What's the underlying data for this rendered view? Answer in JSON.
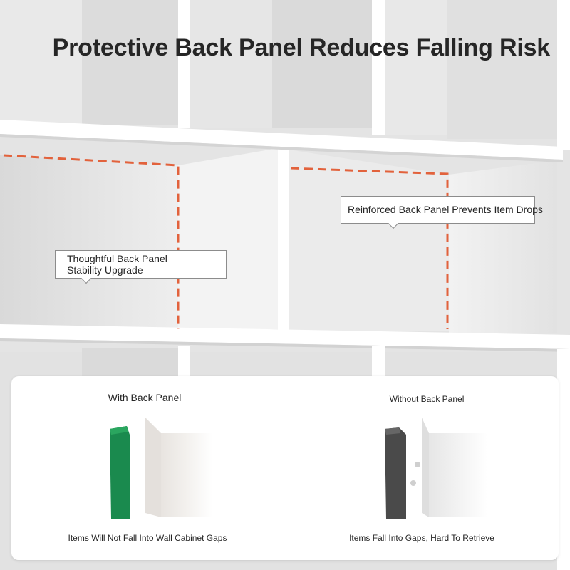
{
  "heading": "Protective Back Panel Reduces Falling Risk",
  "callouts": {
    "left": {
      "line1": "Thoughtful Back Panel",
      "line2": "Stability Upgrade"
    },
    "right": "Reinforced Back Panel Prevents Item Drops"
  },
  "comparison": {
    "with": {
      "title": "With Back Panel",
      "caption": "Items Will Not Fall Into Wall Cabinet Gaps",
      "panel_color": "#1a8a4e"
    },
    "without": {
      "title": "Without Back Panel",
      "caption": "Items Fall Into Gaps, Hard To Retrieve",
      "panel_color": "#4a4a4a"
    }
  },
  "colors": {
    "dashed_outline": "#e2623c",
    "shelf": "#ffffff",
    "cubby_back": "#e6e6e6"
  }
}
